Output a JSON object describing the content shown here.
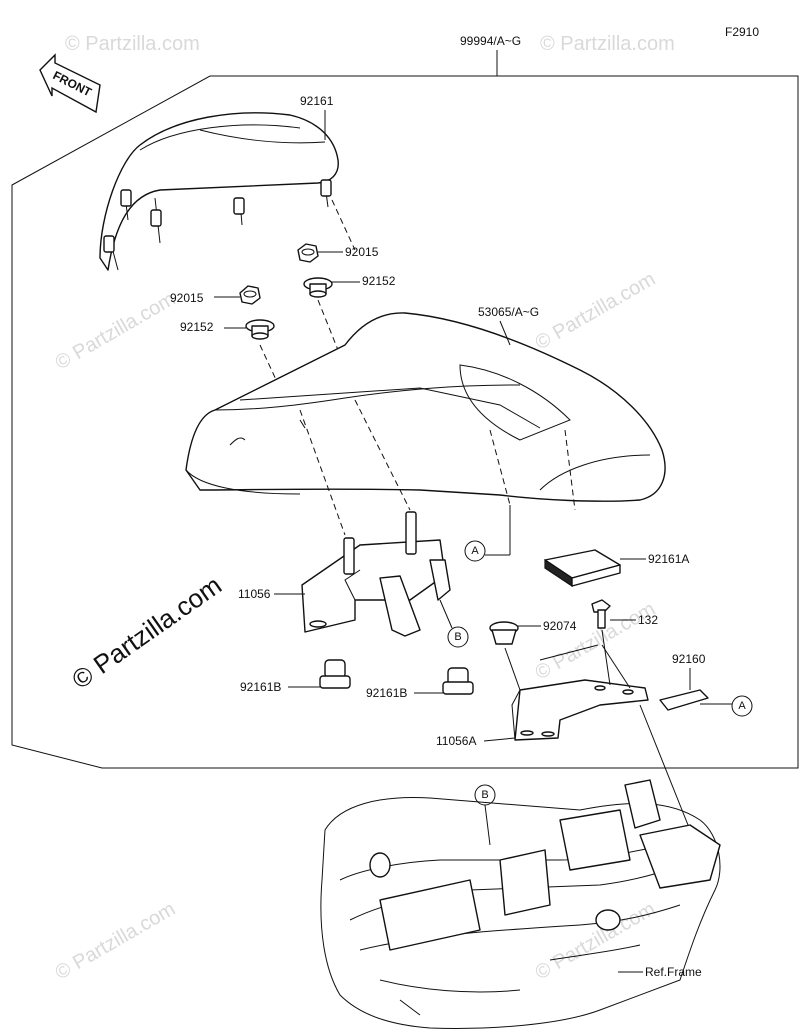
{
  "figure_code": "F2910",
  "front_label": "FRONT",
  "kit_label": "99994/A~G",
  "labels": {
    "p92161": "92161",
    "p92015_right": "92015",
    "p92152_right": "92152",
    "p92015_left": "92015",
    "p92152_left": "92152",
    "p53065": "53065/A~G",
    "p11056": "11056",
    "p92161A": "92161A",
    "p92074": "92074",
    "p132": "132",
    "p92160": "92160",
    "p92161B_left": "92161B",
    "p92161B_right": "92161B",
    "p11056A": "11056A",
    "ref_frame": "Ref.Frame"
  },
  "callouts": {
    "a1": "A",
    "a2": "A",
    "b1": "B",
    "b2": "B"
  },
  "watermark": "© Partzilla.com",
  "watermark_small": "© Partzilla.com"
}
